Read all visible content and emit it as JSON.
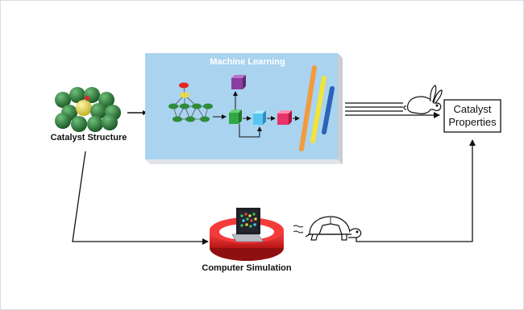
{
  "diagram": {
    "ml_title": "Machine Learning",
    "catalyst_structure_label": "Catalyst Structure",
    "catalyst_properties_line1": "Catalyst",
    "catalyst_properties_line2": "Properties",
    "computer_simulation_label": "Computer Simulation",
    "fast_path_icon": "rabbit-icon",
    "slow_path_icon": "turtle-icon",
    "colors": {
      "ml_panel": "#a9d3ef",
      "atom_green": "#2e7d3a",
      "atom_yellow": "#e8d84a",
      "sim_disk": "#e62b2b",
      "bar_orange": "#f39a3d",
      "bar_yellow": "#f1e43a",
      "bar_blue": "#2a63b7"
    }
  }
}
